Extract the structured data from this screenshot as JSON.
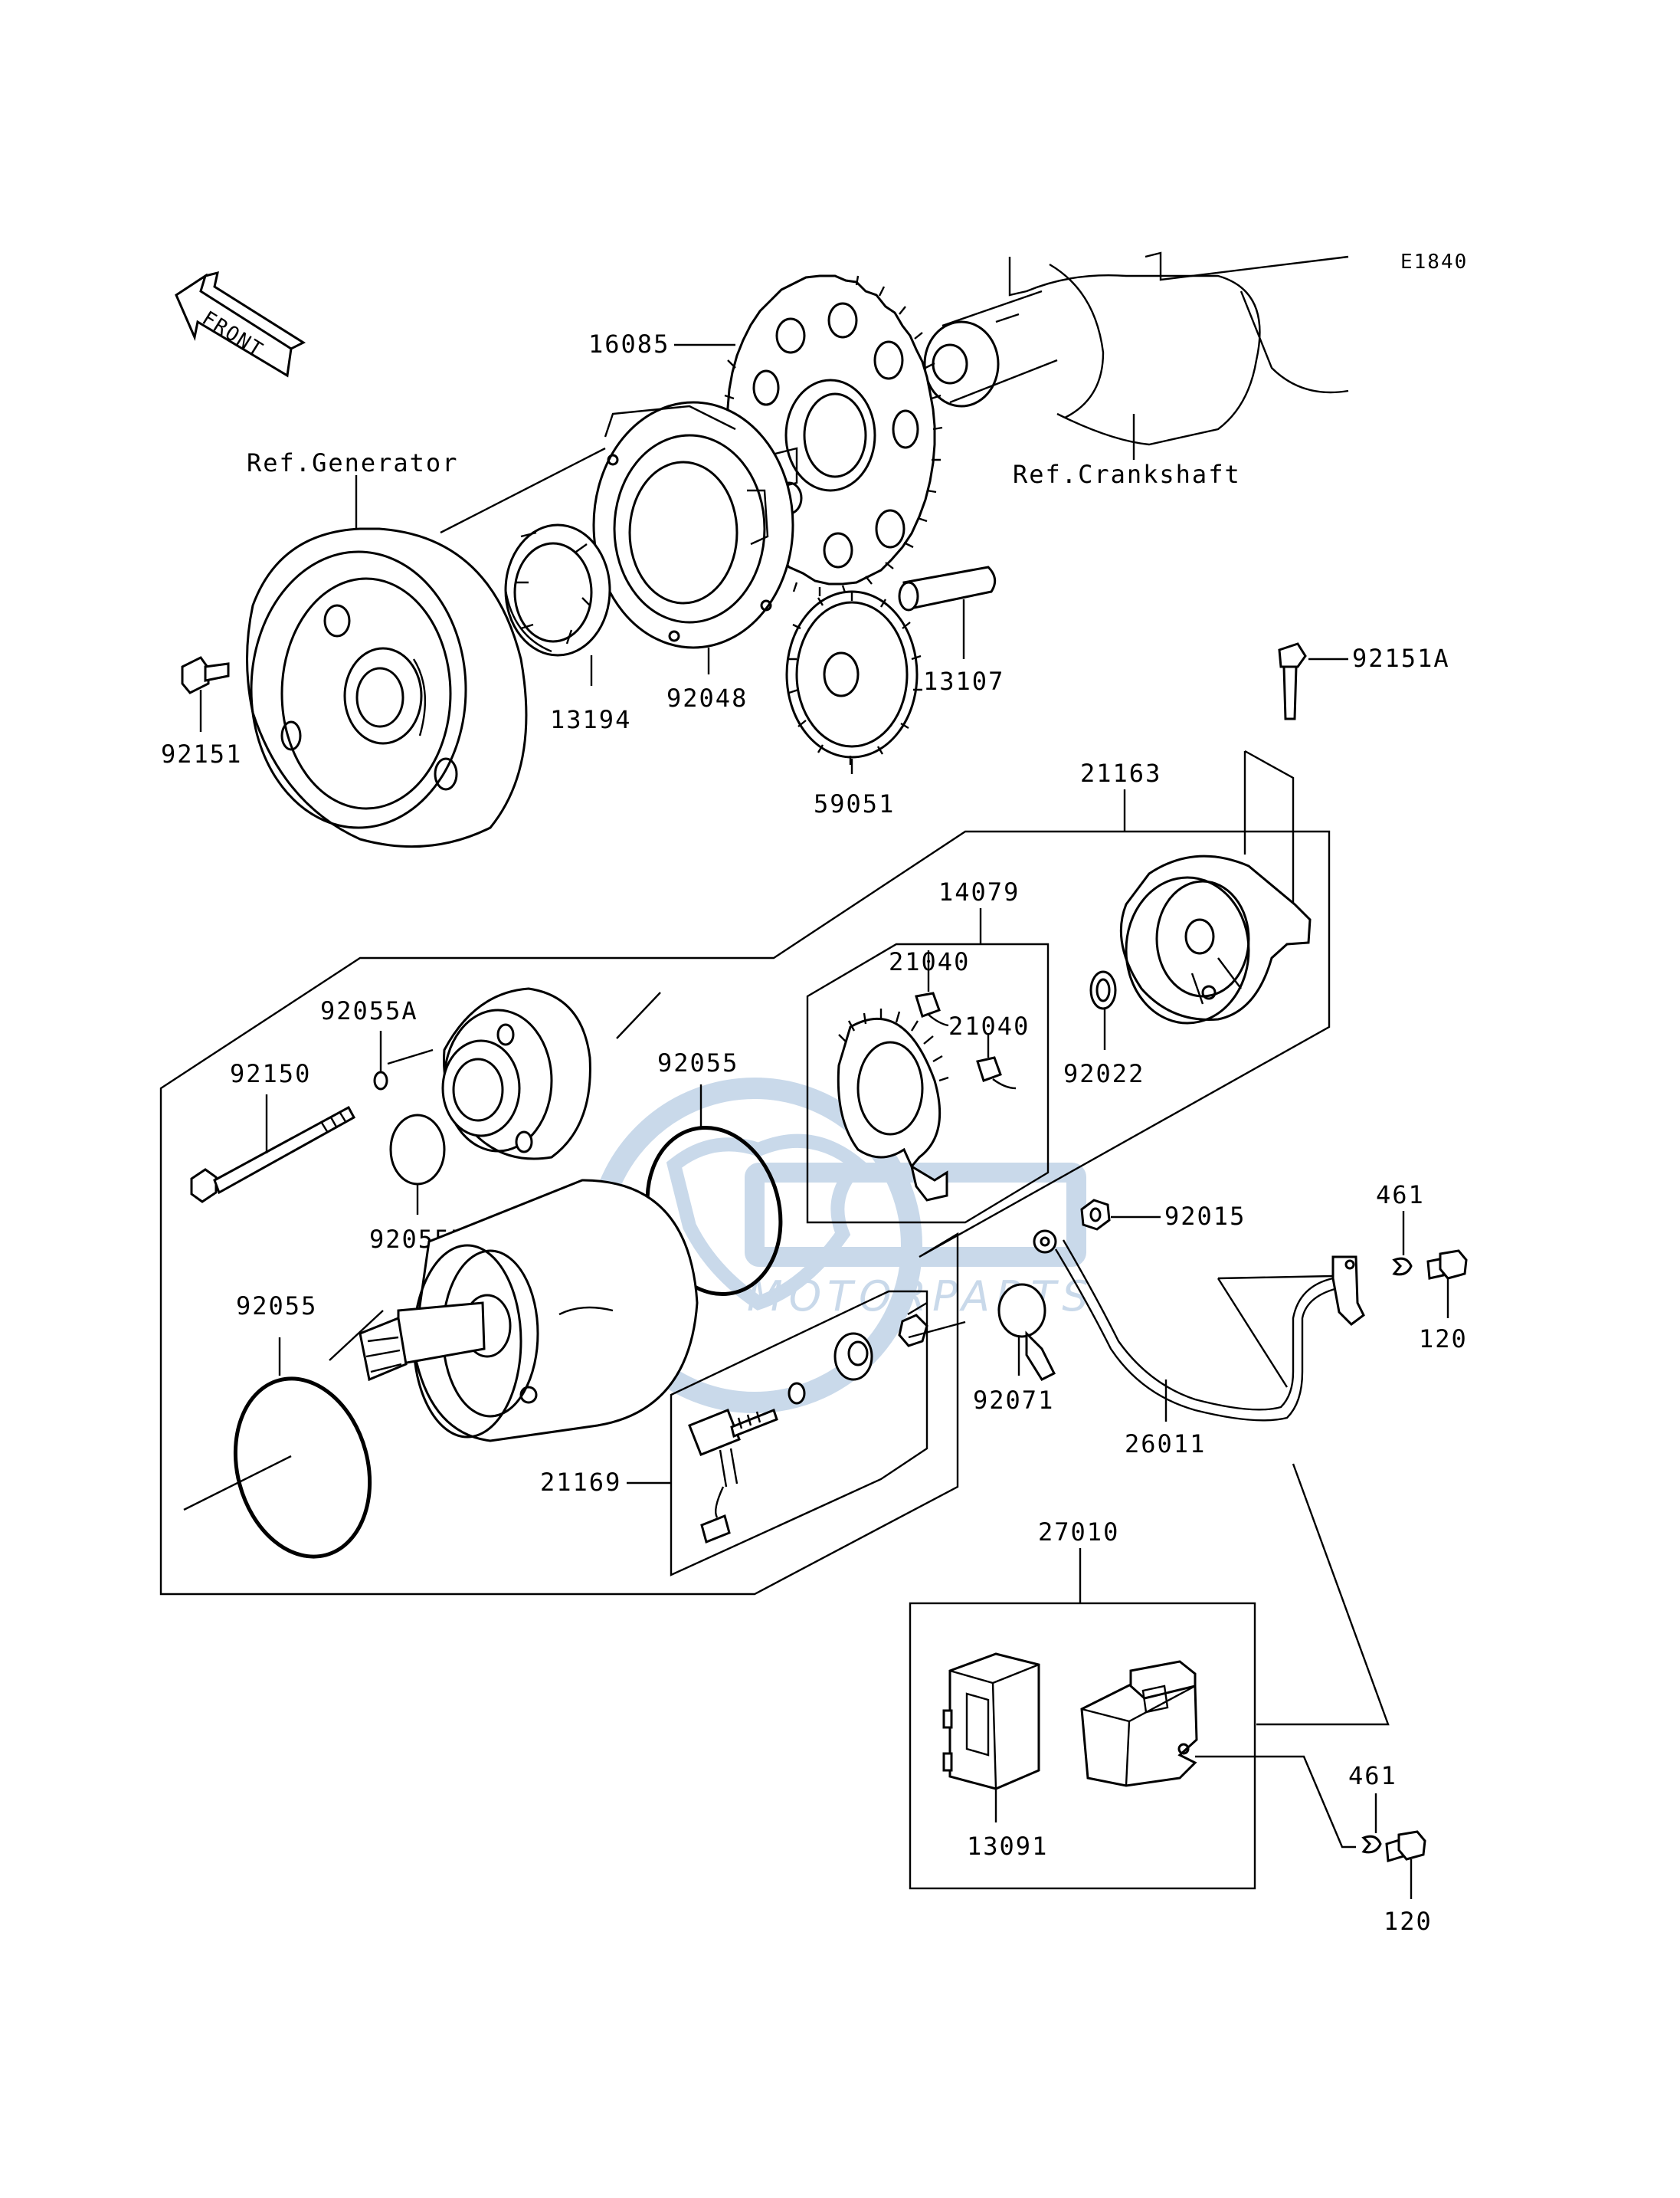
{
  "diagram_code": "E1840",
  "front_label": "FRONT",
  "watermark": {
    "text": "MOTORPARTS"
  },
  "references": {
    "generator": "Ref.Generator",
    "crankshaft": "Ref.Crankshaft"
  },
  "parts": {
    "p16085": "16085",
    "p92048": "92048",
    "p13194": "13194",
    "p92151": "92151",
    "p13107": "13107",
    "p59051": "59051",
    "p92151A": "92151A",
    "p21163": "21163",
    "p14079": "14079",
    "p21040a": "21040",
    "p21040b": "21040",
    "p92022": "92022",
    "p92055A": "92055A",
    "p92150": "92150",
    "p92055top": "92055",
    "p92055B": "92055B",
    "p92055left": "92055",
    "p92015": "92015",
    "p461top": "461",
    "p120top": "120",
    "p92071": "92071",
    "p26011": "26011",
    "p21169": "21169",
    "p27010": "27010",
    "p13091": "13091",
    "p461bottom": "461",
    "p120bottom": "120"
  }
}
